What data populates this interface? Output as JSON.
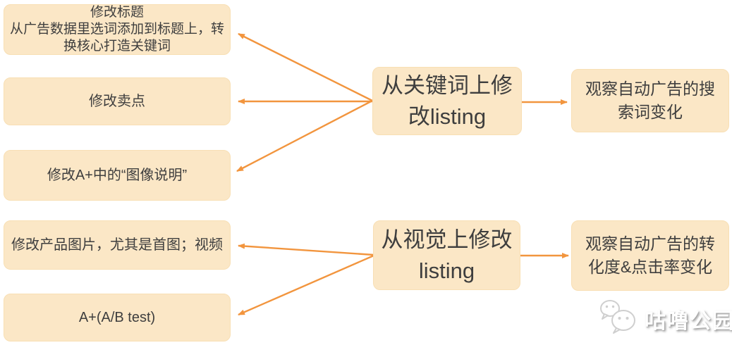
{
  "colors": {
    "background": "#ffffff",
    "box_fill": "#FBE7C6",
    "box_border": "#F8DFB4",
    "arrow": "#F2953E",
    "text": "#3E3E3E",
    "watermark_text": "#ffffff",
    "watermark_shadow": "#9b9b9b"
  },
  "nodes": {
    "modify_title": {
      "title": "修改标题",
      "body": "从广告数据里选词添加到标题上，转换核心打造关键词"
    },
    "modify_selling_point": {
      "label": "修改卖点"
    },
    "modify_aplus_caption": {
      "label": "修改A+中的“图像说明”"
    },
    "modify_product_images": {
      "label": "修改产品图片，尤其是首图；视频"
    },
    "aplus_ab_test": {
      "label": "A+(A/B test)"
    },
    "keyword_listing": {
      "label": "从关键词上修改listing"
    },
    "visual_listing": {
      "label": "从视觉上修改listing"
    },
    "observe_search_terms": {
      "label": "观察自动广告的搜索词变化"
    },
    "observe_conversion": {
      "label": "观察自动广告的转化度&点击率变化"
    }
  },
  "edges": [
    {
      "from": "keyword_listing",
      "to": "modify_title"
    },
    {
      "from": "keyword_listing",
      "to": "modify_selling_point"
    },
    {
      "from": "keyword_listing",
      "to": "modify_aplus_caption"
    },
    {
      "from": "keyword_listing",
      "to": "observe_search_terms"
    },
    {
      "from": "visual_listing",
      "to": "modify_product_images"
    },
    {
      "from": "visual_listing",
      "to": "aplus_ab_test"
    },
    {
      "from": "visual_listing",
      "to": "observe_conversion"
    }
  ],
  "watermark": {
    "label": "咕噜公园",
    "icon": "wechat-icon"
  }
}
